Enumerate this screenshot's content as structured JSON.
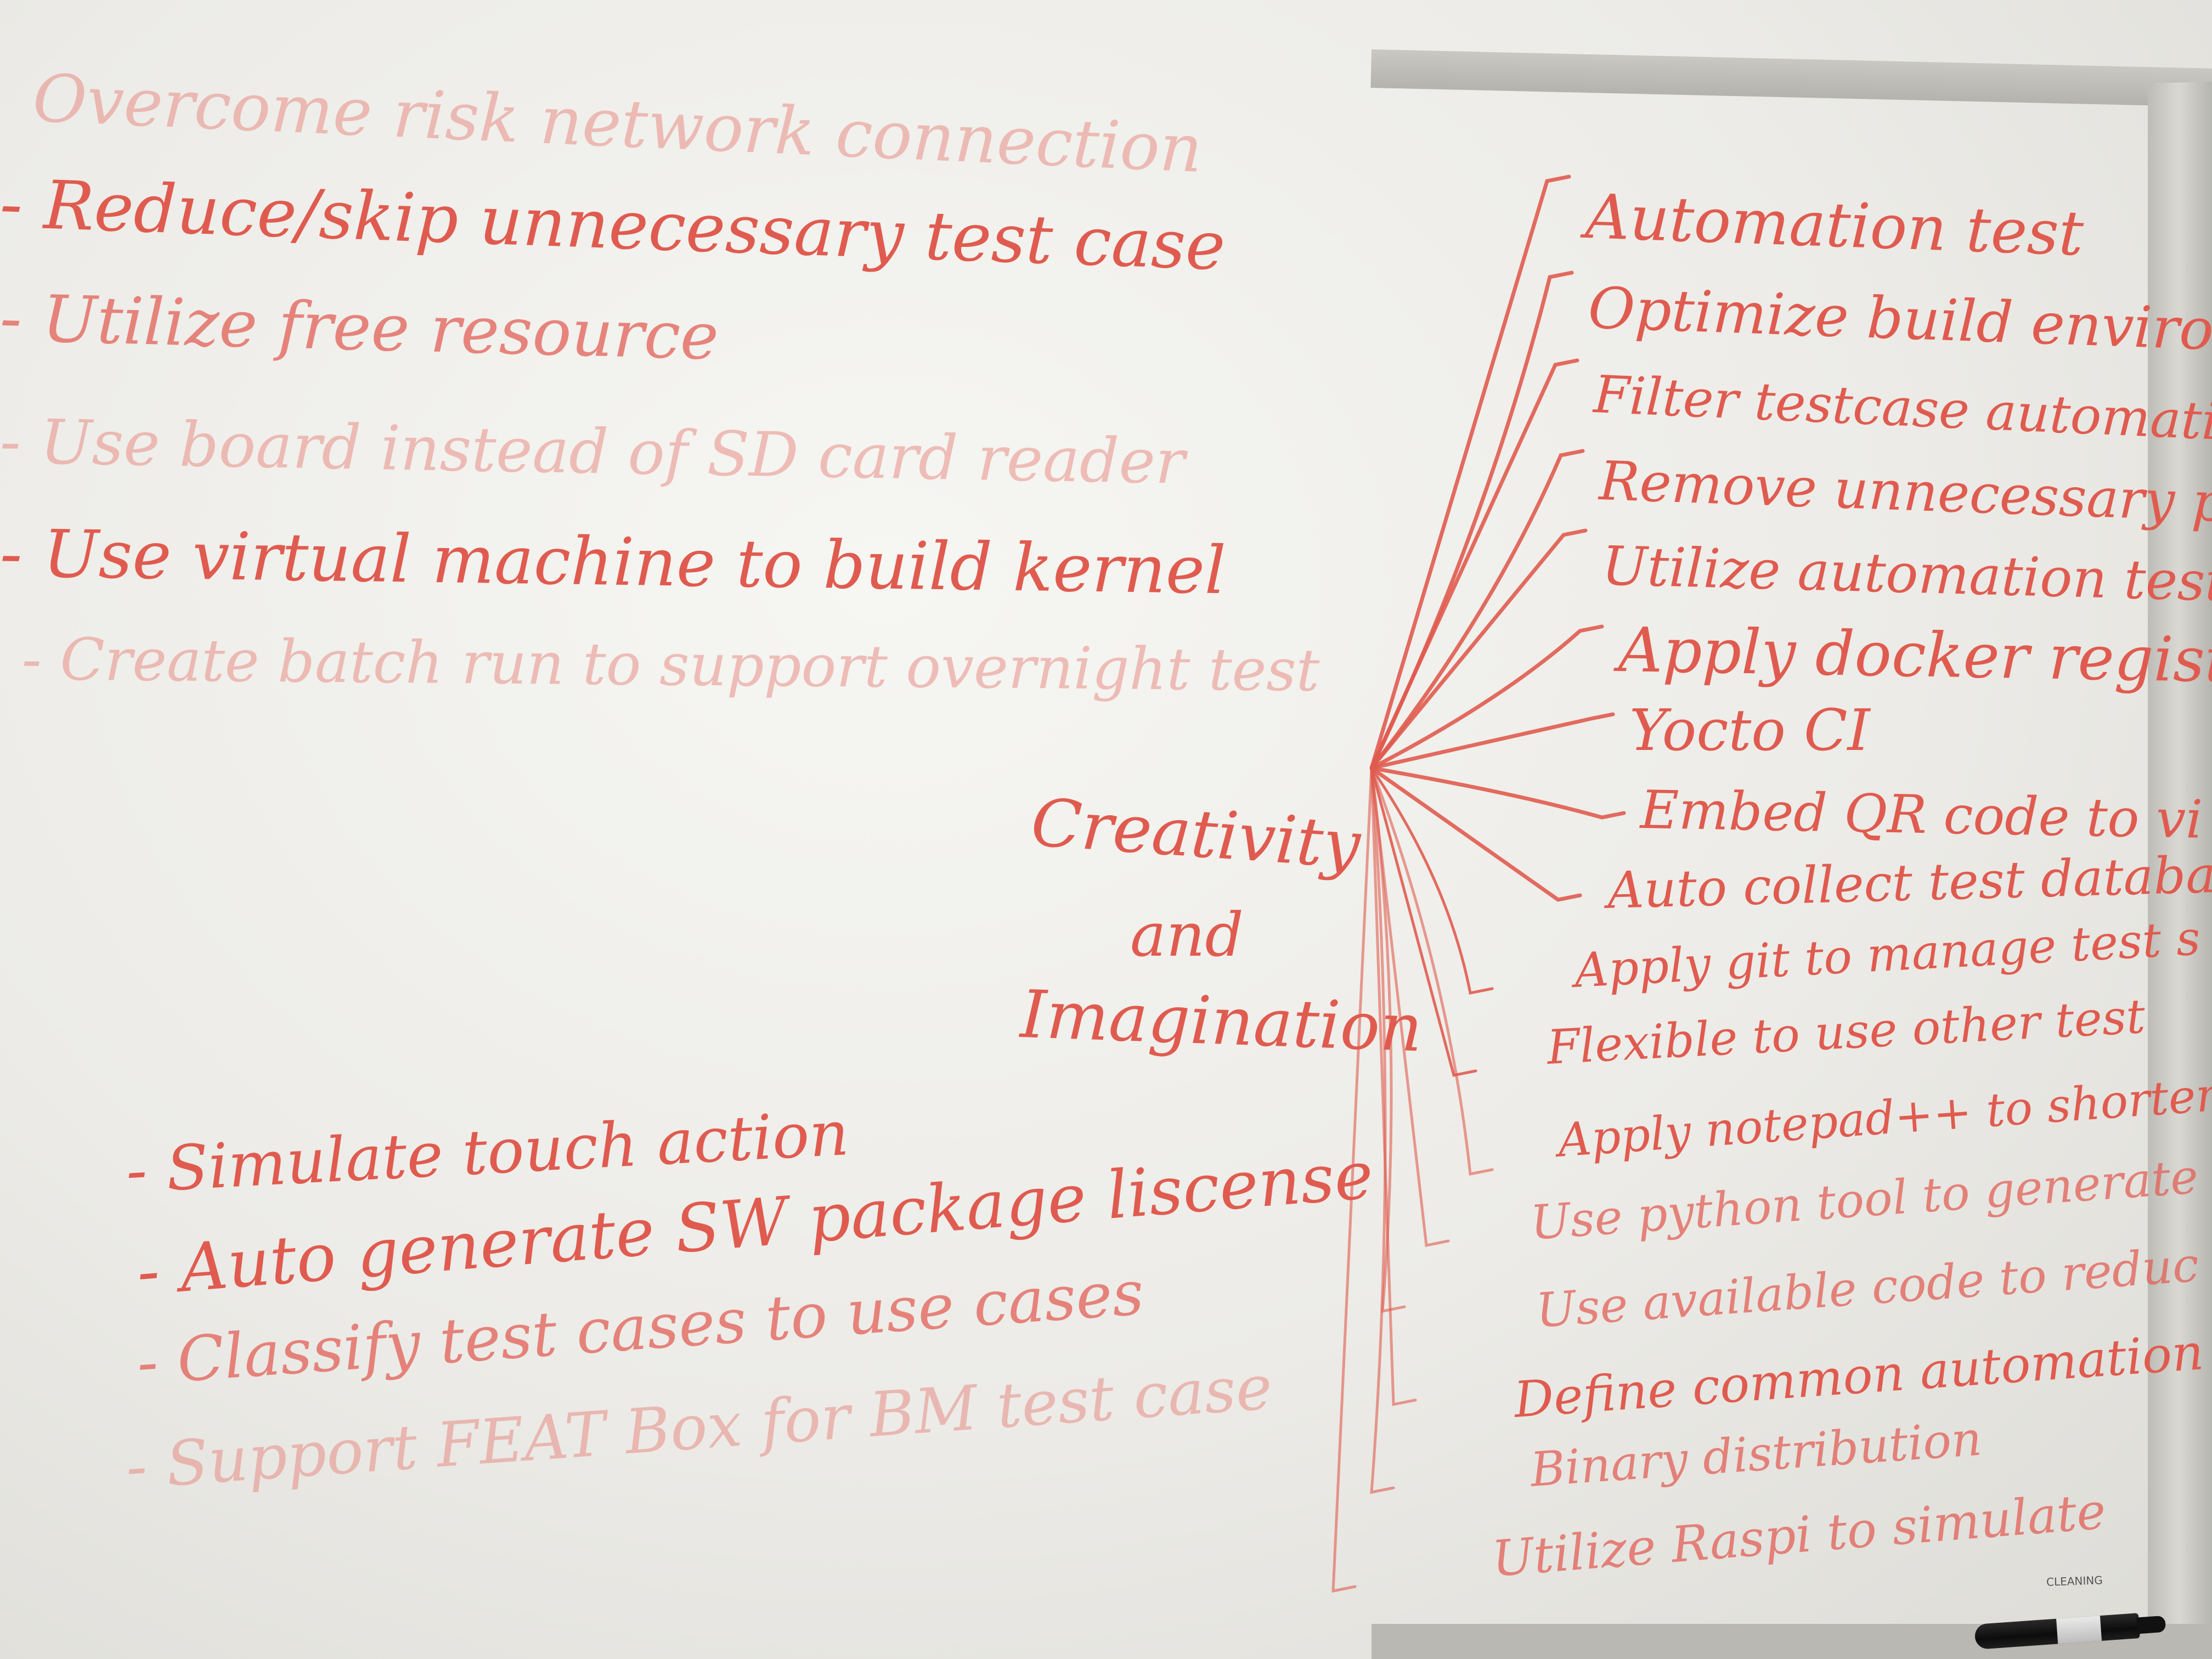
{
  "colors": {
    "marker_ink": "#e05b4f",
    "board": "#f1f0ec"
  },
  "left_list_top": [
    "Overcome risk network connection",
    "- Reduce/skip unnecessary test case",
    "- Utilize free resource",
    "- Use board instead of SD card reader",
    "- Use virtual machine to build kernel",
    "- Create batch run to support overnight test"
  ],
  "center_title": [
    "Creativity",
    "and",
    "Imagination"
  ],
  "left_list_bottom": [
    "- Simulate touch action",
    "- Auto generate SW package liscense",
    "- Classify test cases to use cases",
    "- Support FEAT Box for BM test case"
  ],
  "right_list": [
    "Automation test",
    "Optimize build environmen",
    "Filter testcase automatical",
    "Remove unnecessary part",
    "Utilize automation test",
    "Apply docker registr",
    "Yocto CI",
    "Embed QR code to vi",
    "Auto collect test databa",
    "Apply git to manage test s",
    "Flexible to use other test",
    "Apply notepad++ to shorten",
    "Use python tool to generate",
    "Use available code to reduc",
    "Define common automation st",
    "Binary distribution",
    "Utilize Raspi to simulate"
  ],
  "marker_brand": "CLEANING"
}
